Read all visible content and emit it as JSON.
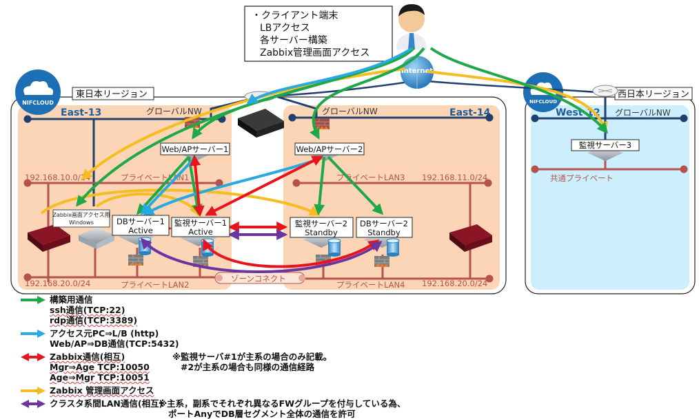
{
  "client_note": {
    "lines": [
      "・クライアント端末",
      "LBアクセス",
      "各サーバー構築",
      "Zabbix管理画面アクセス"
    ]
  },
  "internet_label": "Internet",
  "regions": {
    "east": {
      "label": "東日本リージョン",
      "logo": "NIFCLOUD"
    },
    "west": {
      "label": "西日本リージョン",
      "logo": "NIFCLOUD"
    }
  },
  "zones": {
    "east13": {
      "title": "East-13",
      "global_nw": "グローバルNW",
      "lan1": "プライベートLAN1",
      "lan1_cidr": "192.168.10.0/24",
      "lan2": "プライベートLAN2",
      "lan2_cidr": "192.168.20.0/24"
    },
    "east14": {
      "title": "East-14",
      "global_nw": "グローバルNW",
      "lan3": "プライベートLAN3",
      "lan3_cidr": "192.168.11.0/24",
      "lan4": "プライベートLAN4",
      "lan4_cidr": "192.168.20.0/24"
    },
    "west12": {
      "title": "West-12",
      "global_nw": "グローバルNW",
      "private": "共通プライベート"
    }
  },
  "zone_connect": "ゾーンコネクト",
  "servers": {
    "web1": "Web/APサーバー1",
    "web2": "Web/APサーバー2",
    "db1": {
      "name": "DBサーバー1",
      "state": "Active"
    },
    "mon1": {
      "name": "監視サーバー1",
      "state": "Active"
    },
    "mon2": {
      "name": "監視サーバー2",
      "state": "Standby"
    },
    "db2": {
      "name": "DBサーバー2",
      "state": "Standby"
    },
    "mon3": "監視サーバー3",
    "zabbix_win": {
      "line1": "Zabbix画面アクセス用",
      "line2": "Windows"
    }
  },
  "colors": {
    "green": "#1fa84a",
    "blue": "#27a9e1",
    "red": "#e8141c",
    "yellow": "#f5bd1f",
    "purple": "#6a35a0",
    "zone_east": "#fbd5b5",
    "zone_west": "#cdeefc",
    "global_nw": "#1f3f6e",
    "private_lan": "#b5514e"
  },
  "legend": [
    {
      "color": "green",
      "type": "single",
      "lines": [
        "構築用通信",
        "ssh通信(TCP:22)",
        "rdp通信(TCP:3389)"
      ]
    },
    {
      "color": "blue",
      "type": "single",
      "lines": [
        "アクセス元PC⇒L/B (http)",
        "Web/AP⇒DB通信(TCP:5432)"
      ]
    },
    {
      "color": "red",
      "type": "double",
      "lines": [
        "Zabbix通信(相互)",
        "Mgr⇒Age  TCP:10050",
        "Age⇒Mgr  TCP:10051"
      ],
      "note": [
        "※監視サーバ#1が主系の場合のみ記載。",
        "#2が主系の場合も同様の通信経路"
      ]
    },
    {
      "color": "yellow",
      "type": "single",
      "lines": [
        "Zabbix 管理画面アクセス"
      ]
    },
    {
      "color": "purple",
      "type": "double",
      "lines": [
        "クラスタ系間LAN通信(相互)"
      ],
      "note": [
        "※主系，副系でそれぞれ異なるFWグループを付与している為、",
        "ポートAnyでDB層セグメント全体の通信を許可"
      ]
    }
  ]
}
